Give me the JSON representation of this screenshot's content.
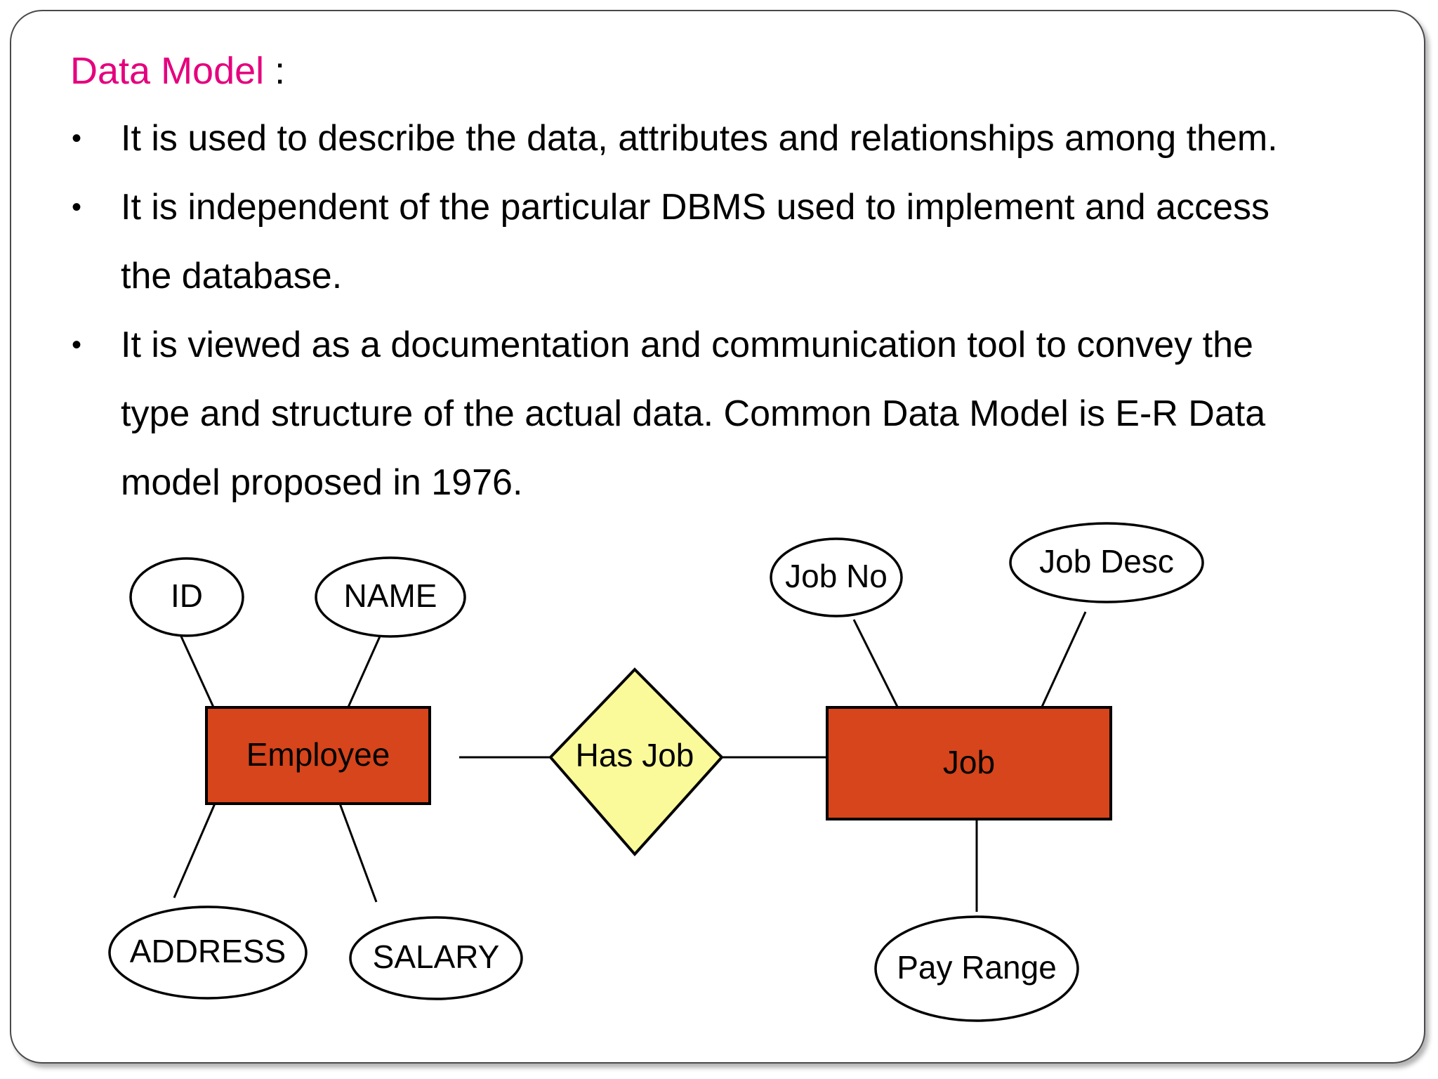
{
  "slide": {
    "title_main": "Data Model",
    "title_colon": " :",
    "bullet_char": "•",
    "bullets": [
      {
        "lines": [
          "It is used to describe the data, attributes and relationships among them."
        ]
      },
      {
        "lines": [
          "It is independent of the particular DBMS used to implement and access",
          "the database."
        ]
      },
      {
        "lines": [
          "It is viewed as a documentation and communication tool to convey the",
          "type and structure of the actual data. Common Data Model is E-R Data",
          "model proposed in 1976."
        ]
      }
    ]
  },
  "colors": {
    "title": "#E5007E",
    "entity_fill": "#D6451B",
    "relationship_fill": "#FAFA9B",
    "attribute_fill": "#FFFFFF",
    "stroke": "#000000"
  },
  "diagram": {
    "type": "er-diagram",
    "entities": [
      {
        "id": "employee",
        "label": "Employee"
      },
      {
        "id": "job",
        "label": "Job"
      }
    ],
    "relationships": [
      {
        "id": "has-job",
        "label": "Has Job",
        "from": "employee",
        "to": "job"
      }
    ],
    "attributes": [
      {
        "id": "id",
        "label": "ID",
        "owner": "employee"
      },
      {
        "id": "name",
        "label": "NAME",
        "owner": "employee"
      },
      {
        "id": "address",
        "label": "ADDRESS",
        "owner": "employee"
      },
      {
        "id": "salary",
        "label": "SALARY",
        "owner": "employee"
      },
      {
        "id": "job-no",
        "label": "Job No",
        "owner": "job"
      },
      {
        "id": "job-desc",
        "label": "Job Desc",
        "owner": "job"
      },
      {
        "id": "pay-range",
        "label": "Pay Range",
        "owner": "job"
      }
    ]
  }
}
